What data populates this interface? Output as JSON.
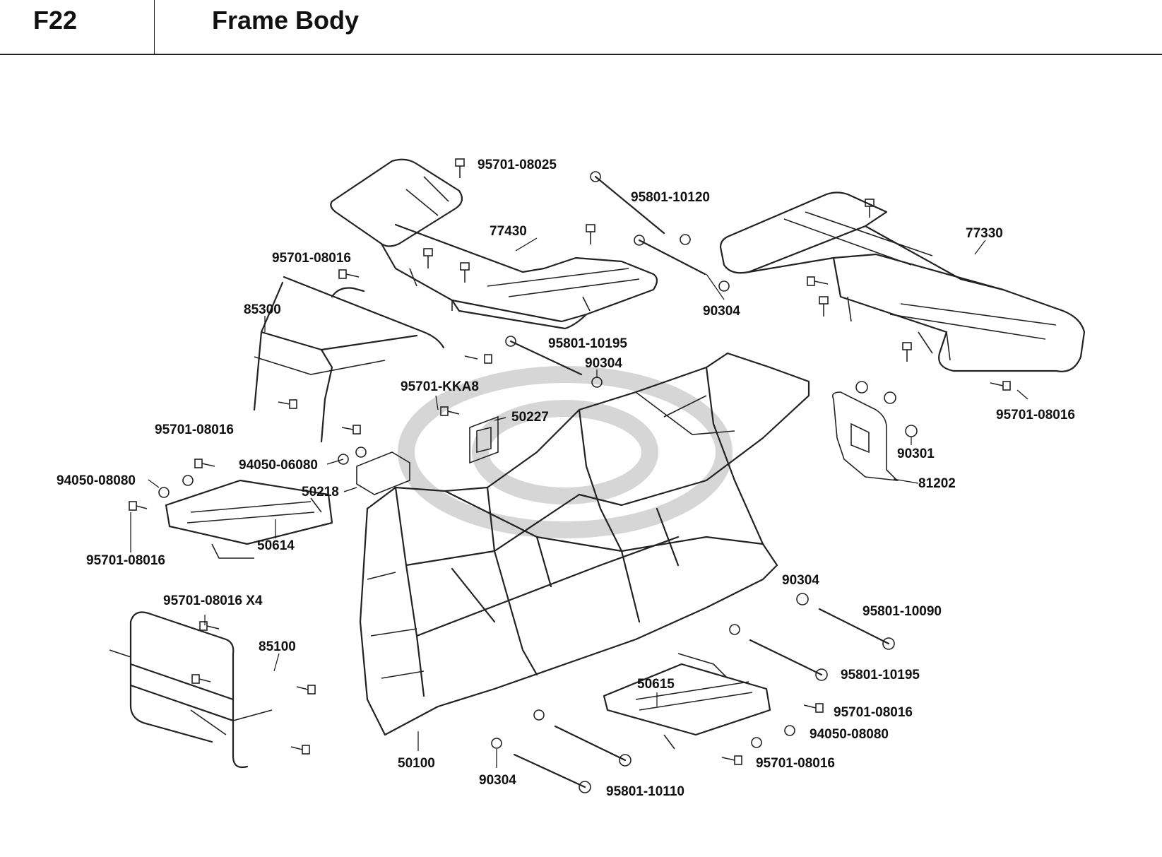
{
  "header": {
    "section_code": "F22",
    "title": "Frame Body"
  },
  "parts": [
    {
      "id": "p01",
      "number": "95701-08025"
    },
    {
      "id": "p02",
      "number": "95801-10120"
    },
    {
      "id": "p03",
      "number": "77430"
    },
    {
      "id": "p04",
      "number": "77330"
    },
    {
      "id": "p05",
      "number": "95701-08016"
    },
    {
      "id": "p06",
      "number": "90304"
    },
    {
      "id": "p07",
      "number": "85300"
    },
    {
      "id": "p08",
      "number": "95801-10195"
    },
    {
      "id": "p09",
      "number": "90304"
    },
    {
      "id": "p10",
      "number": "95701-KKA8"
    },
    {
      "id": "p11",
      "number": "95701-08016"
    },
    {
      "id": "p12",
      "number": "50227"
    },
    {
      "id": "p13",
      "number": "95701-08016"
    },
    {
      "id": "p14",
      "number": "90301"
    },
    {
      "id": "p15",
      "number": "94050-06080"
    },
    {
      "id": "p16",
      "number": "94050-08080"
    },
    {
      "id": "p17",
      "number": "50218"
    },
    {
      "id": "p18",
      "number": "81202"
    },
    {
      "id": "p19",
      "number": "50614"
    },
    {
      "id": "p20",
      "number": "95701-08016"
    },
    {
      "id": "p21",
      "number": "95701-08016 X4"
    },
    {
      "id": "p22",
      "number": "90304"
    },
    {
      "id": "p23",
      "number": "95801-10090"
    },
    {
      "id": "p24",
      "number": "85100"
    },
    {
      "id": "p25",
      "number": "95801-10195"
    },
    {
      "id": "p26",
      "number": "50615"
    },
    {
      "id": "p27",
      "number": "95701-08016"
    },
    {
      "id": "p28",
      "number": "94050-08080"
    },
    {
      "id": "p29",
      "number": "50100"
    },
    {
      "id": "p30",
      "number": "95701-08016"
    },
    {
      "id": "p31",
      "number": "90304"
    },
    {
      "id": "p32",
      "number": "95801-10110"
    }
  ]
}
